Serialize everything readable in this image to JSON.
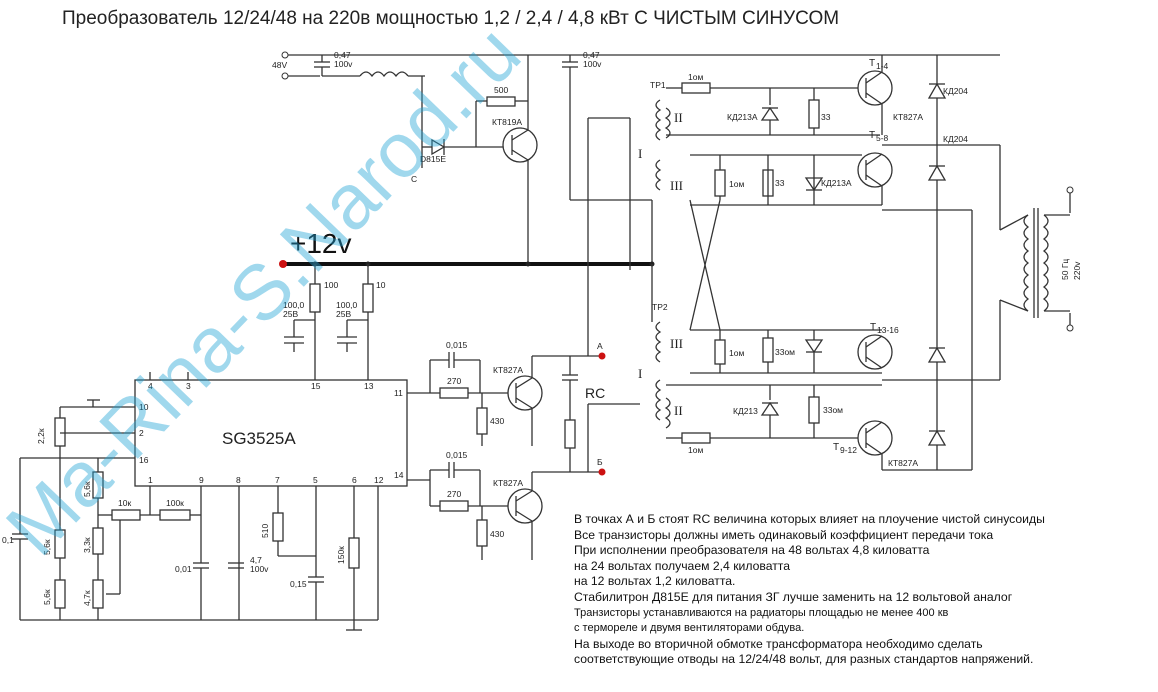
{
  "title": "Преобразователь 12/24/48 на 220в мощностью 1,2 / 2,4 / 4,8 кВт  С ЧИСТЫМ СИНУСОМ",
  "watermark": "Ma-Rina-S.Narod.ru",
  "rail_label": "+12v",
  "input_label": "48V",
  "chip": {
    "name": "SG3525A",
    "pins": {
      "p4": "4",
      "p3": "3",
      "p15": "15",
      "p13": "13",
      "p11": "11",
      "p10": "10",
      "p2": "2",
      "p16": "16",
      "p1": "1",
      "p9": "9",
      "p8": "8",
      "p7": "7",
      "p5": "5",
      "p6": "6",
      "p12": "12",
      "p14": "14"
    }
  },
  "components": {
    "c_in1": "0,47\n100v",
    "c_in2": "0,47\n100v",
    "r500": "500",
    "q_kt819": "КТ819А",
    "z_d815": "D815E",
    "c_label": "C",
    "tr1": "ТР1",
    "tr2": "ТР2",
    "w2": "II",
    "w1": "I",
    "w3": "III",
    "r1om": "1ом",
    "d_kd213": "КД213А",
    "d_kd213b": "КД213",
    "r33": "33",
    "r33om": "33ом",
    "q_kt827": "КТ827А",
    "t14": "T",
    "t14sub": "1-4",
    "t58": "T",
    "t58sub": "5-8",
    "t1316": "T",
    "t1316sub": "13-16",
    "t912": "T",
    "t912sub": "9-12",
    "d_kd204": "КД204",
    "out_freq": "50 Гц",
    "out_v": "220v",
    "r100": "100",
    "r10": "10",
    "c100_25": "100,0\n25В",
    "c0015": "0,015",
    "r270": "270",
    "r430": "430",
    "rc": "RC",
    "pt_a": "А",
    "pt_b": "Б",
    "r2k2": "2,2к",
    "r5k6": "5,6к",
    "r3k3": "3,3к",
    "r4k7": "4,7к",
    "r10k": "10к",
    "r100k": "100к",
    "c01": "0,1",
    "c001": "0,01",
    "c47": "4,7\n100v",
    "r510": "510",
    "c015": "0,15",
    "r150k": "150к"
  },
  "notes": [
    "В точках А и Б стоят RC   величина которых влияет на плоучение  чистой синусоиды",
    "Все транзисторы должны иметь одинаковый коэффициент передачи тока",
    "При  исполнении преобразователя на 48 вольтах 4,8 киловатта",
    "на 24 вольтах получаем 2,4 киловатта",
    "на 12 вольтах 1,2 киловатта.",
    "Стабилитрон Д815Е для питания ЗГ лучше заменить на 12 вольтовой аналог",
    "Транзисторы устанавливаются на радиаторы площадью не менее 400 кв",
    "с термореле и двумя вентиляторами обдува.",
    "На выходе во вторичной обмотке трансформатора необходимо сделать",
    " соответствующие отводы на 12/24/48 вольт, для разных стандартов напряжений."
  ]
}
